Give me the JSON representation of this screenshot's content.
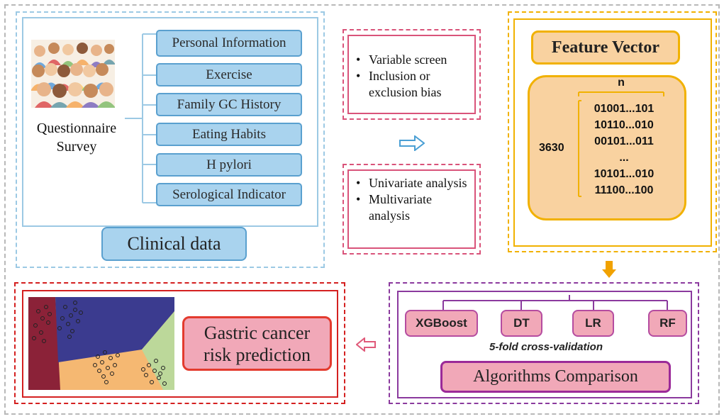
{
  "clinical": {
    "survey_label_line1": "Questionnaire",
    "survey_label_line2": "Survey",
    "items": [
      {
        "label": "Personal Information"
      },
      {
        "label": "Exercise"
      },
      {
        "label": "Family GC History"
      },
      {
        "label": "Eating Habits"
      },
      {
        "label": "H pylori"
      },
      {
        "label": "Serological Indicator"
      }
    ],
    "title": "Clinical data"
  },
  "screening": {
    "bullets": [
      {
        "text": "Variable screen"
      },
      {
        "text": "Inclusion or exclusion bias"
      }
    ]
  },
  "analysis": {
    "bullets": [
      {
        "text": "Univariate analysis"
      },
      {
        "text": "Multivariate analysis"
      }
    ]
  },
  "feature_vector": {
    "title": "Feature Vector",
    "n_label": "n",
    "rows_label": "3630",
    "rows": [
      {
        "text": "01001...101"
      },
      {
        "text": "10110...010"
      },
      {
        "text": "00101...011"
      },
      {
        "text": "..."
      },
      {
        "text": "10101...010"
      },
      {
        "text": "11100...100"
      }
    ]
  },
  "algorithms": {
    "models": [
      {
        "label": "XGBoost"
      },
      {
        "label": "DT"
      },
      {
        "label": "LR"
      },
      {
        "label": "RF"
      }
    ],
    "cv_label": "5-fold cross-validation",
    "title": "Algorithms Comparison"
  },
  "prediction": {
    "title_line1": "Gastric cancer",
    "title_line2": "risk prediction",
    "region_colors": {
      "top_left": "#8b2238",
      "top": "#3b3b8f",
      "bottom": "#f5b872",
      "right": "#bcd89a"
    }
  },
  "colors": {
    "clinical": "#9cc9e4",
    "screening": "#d9537a",
    "feature": "#f1b100",
    "algorithms": "#8b3a9e",
    "prediction": "#d42020",
    "arrow_blue": "#4a9fd4",
    "arrow_orange": "#f1a200",
    "arrow_pink": "#e05a7a"
  }
}
